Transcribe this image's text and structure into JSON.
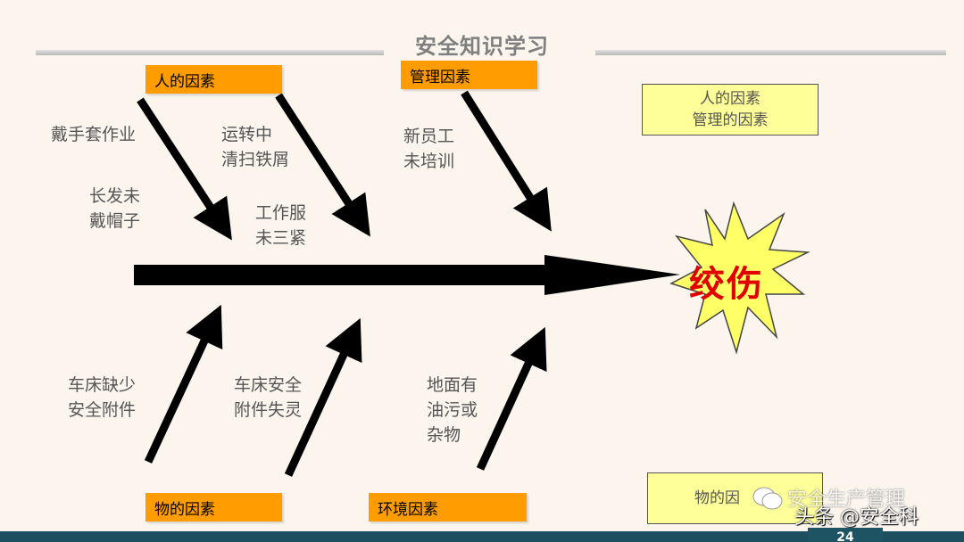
{
  "title": "安全知识学习",
  "categories": {
    "human": "人的因素",
    "management": "管理因素",
    "material": "物的因素",
    "environment": "环境因素"
  },
  "causes": {
    "gloves": "戴手套作业",
    "hair_line1": "长发未",
    "hair_line2": "戴帽子",
    "cleaning_line1": "运转中",
    "cleaning_line2": "清扫铁屑",
    "uniform_line1": "工作服",
    "uniform_line2": "未三紧",
    "training_line1": "新员工",
    "training_line2": "未培训",
    "missing_line1": "车床缺少",
    "missing_line2": "安全附件",
    "failed_line1": "车床安全",
    "failed_line2": "附件失灵",
    "floor_line1": "地面有",
    "floor_line2": "油污或",
    "floor_line3": "杂物"
  },
  "effect": "绞伤",
  "note_top": {
    "line1": "人的因素",
    "line2": "管理的因素"
  },
  "note_bottom": "物的因",
  "watermark": {
    "line1": "安全生产管理",
    "line2": "头条 @安全科"
  },
  "page_number": "24",
  "colors": {
    "category_box": "#ff9d00",
    "note_box": "#ffff99",
    "effect_text": "#e00000",
    "starburst": "#ffff66",
    "footer": "#1d4f60"
  }
}
